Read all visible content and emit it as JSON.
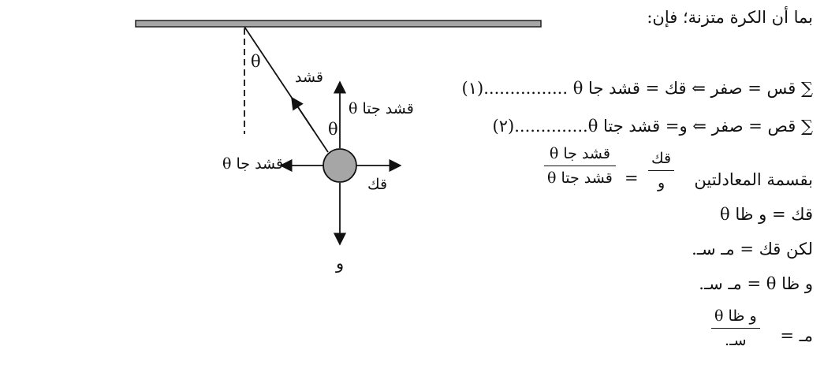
{
  "diagram": {
    "label_angle_top": "θ",
    "label_tension": "قشد",
    "label_vertical_component": "قشد جتا θ",
    "label_angle_ball": "θ",
    "label_horizontal_component": "قشد جا θ",
    "label_electric_force": "قك",
    "label_weight": "و",
    "colors": {
      "beam": "#a6a6a6",
      "ball": "#a6a6a6",
      "ink": "#111111"
    }
  },
  "solution": {
    "intro": "بما أن الكرة متزنة؛ فإن:",
    "eq1": "∑ قس = صفر ⇐ قك = قشد جا θ ................(١)",
    "eq2": "∑ قص = صفر ⇐ و= قشد جتا θ..............(٢)",
    "divide_label": "بقسمة المعادلتين",
    "frac_left_num": "قك",
    "frac_left_den": "و",
    "equals": "=",
    "frac_right_num": "قشد جا θ",
    "frac_right_den": "قشد جتا θ",
    "line_result1": "قك = و ظا θ",
    "line_result2": "لكن قك = مـ سـ.",
    "line_result3": "و ظا θ = مـ سـ.",
    "final_lhs": "مـ =",
    "final_num": "و ظا θ",
    "final_den": "سـ."
  }
}
